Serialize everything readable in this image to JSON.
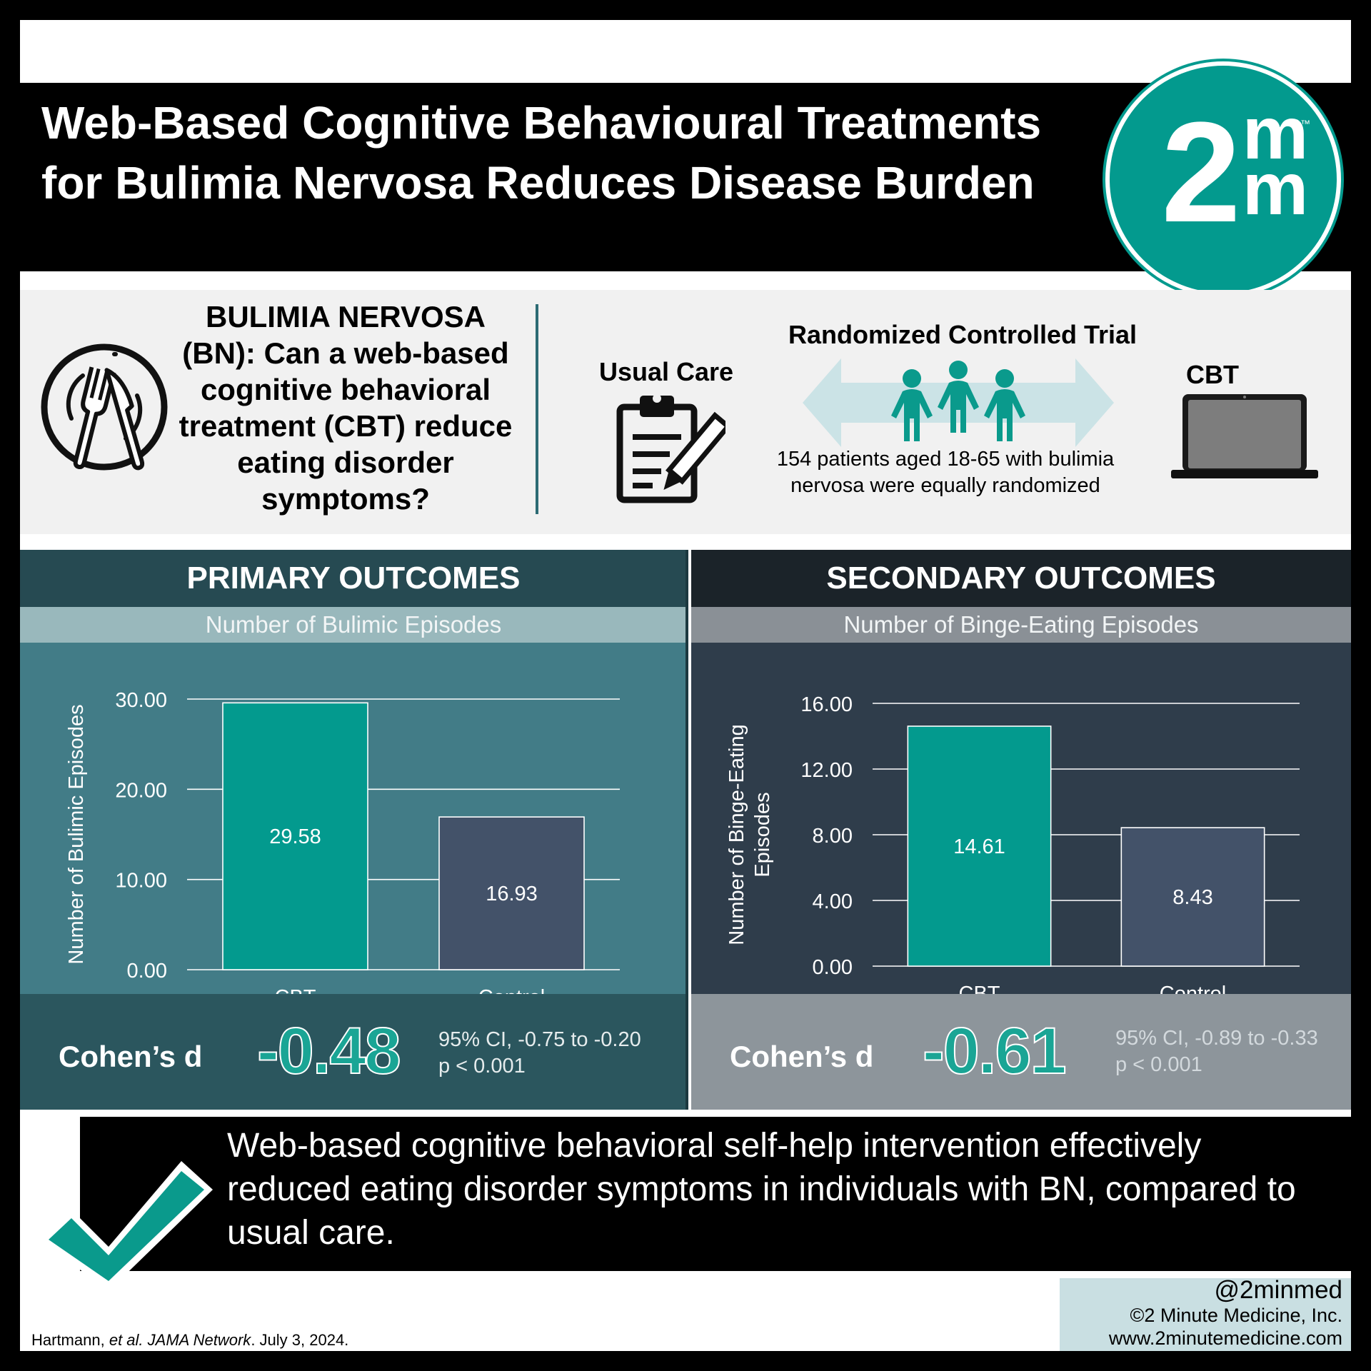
{
  "header": {
    "title": "Web-Based Cognitive Behavioural Treatments for Bulimia Nervosa Reduces Disease Burden",
    "logo_main": "2",
    "logo_top": "m",
    "logo_bottom": "m",
    "logo_tm": "™"
  },
  "study": {
    "question": "BULIMIA NERVOSA (BN): Can a web-based cognitive behavioral treatment (CBT) reduce eating disorder symptoms?",
    "usual_care_label": "Usual Care",
    "trial_label": "Randomized Controlled Trial",
    "cbt_label": "CBT",
    "patients_note": "154 patients aged 18-65 with bulimia nervosa were equally randomized",
    "icons": [
      "plate-fork-knife-icon",
      "clipboard-pen-icon",
      "patients-icon",
      "laptop-icon"
    ]
  },
  "primary": {
    "heading": "PRIMARY OUTCOMES",
    "subheading": "Number of Bulimic Episodes",
    "cohen_label": "Cohen’s d",
    "cohen_value": "-0.48",
    "ci_text": "95% CI, -0.75 to -0.20",
    "p_text": "p < 0.001"
  },
  "secondary": {
    "heading": "SECONDARY OUTCOMES",
    "subheading": "Number of Binge-Eating Episodes",
    "cohen_label": "Cohen’s d",
    "cohen_value": "-0.61",
    "ci_text": "95% CI, -0.89 to -0.33",
    "p_text": "p < 0.001"
  },
  "chart_data": [
    {
      "type": "bar",
      "categories": [
        "CBT",
        "Control"
      ],
      "values": [
        29.58,
        16.93
      ],
      "value_labels": [
        "29.58",
        "16.93"
      ],
      "ylabel": "Number of Bulimic  Episodes",
      "ylim": [
        0,
        30
      ],
      "yticks": [
        0,
        10,
        20,
        30
      ],
      "ytick_labels": [
        "0.00",
        "10.00",
        "20.00",
        "30.00"
      ],
      "colors": [
        "#039a8e",
        "#435269"
      ],
      "grid": true
    },
    {
      "type": "bar",
      "categories": [
        "CBT",
        "Control"
      ],
      "values": [
        14.61,
        8.43
      ],
      "value_labels": [
        "14.61",
        "8.43"
      ],
      "ylabel": "Number of Binge-Eating Episodes",
      "ylim": [
        0,
        16
      ],
      "yticks": [
        0,
        4,
        8,
        12,
        16
      ],
      "ytick_labels": [
        "0.00",
        "4.00",
        "8.00",
        "12.00",
        "16.00"
      ],
      "colors": [
        "#039a8e",
        "#435269"
      ],
      "grid": true
    }
  ],
  "conclusion": {
    "text": "Web-based cognitive behavioral self-help intervention effectively reduced eating disorder symptoms in individuals with BN, compared to usual care."
  },
  "footer": {
    "handle": "@2minmed",
    "copyright": "©2 Minute Medicine, Inc.",
    "website": "www.2minutemedicine.com",
    "citation_authors": "Hartmann, ",
    "citation_etal": "et al.",
    "citation_journal": "JAMA Network",
    "citation_date": ". July 3, 2024."
  }
}
